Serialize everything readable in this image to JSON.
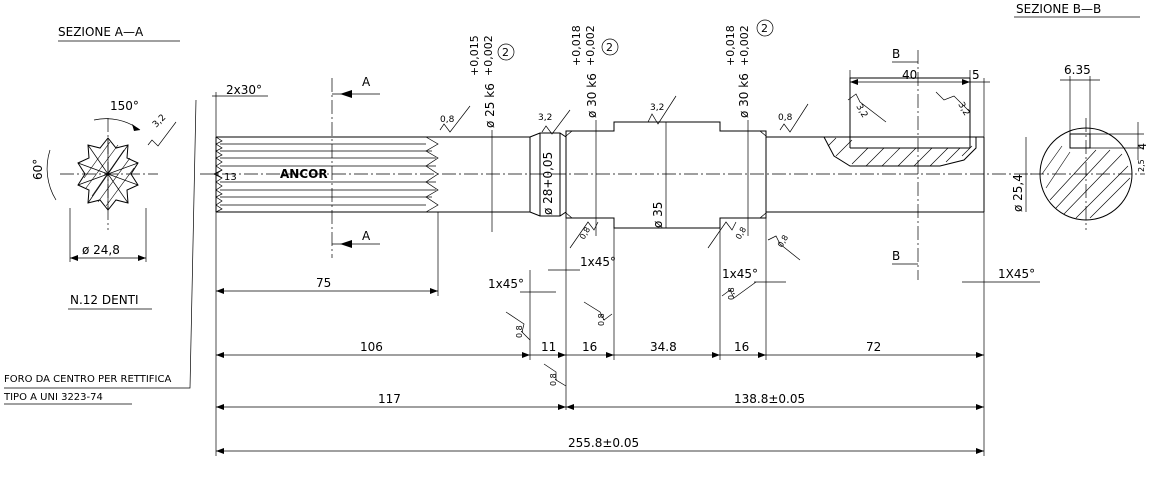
{
  "sections": {
    "a_title": "SEZIONE  A—A",
    "b_title": "SEZIONE  B—B",
    "section_letter_a": "A",
    "section_letter_b": "B",
    "teeth_count": "N.12 DENTI",
    "angle_150": "150°",
    "angle_60": "60°",
    "spline_diameter": "ø 24,8",
    "keyway_width": "6.35",
    "keyway_depth": "4",
    "keyway_depth_tol": "2,5"
  },
  "notes": {
    "center_hole_line1": "FORO DA CENTRO PER RETTIFICA",
    "center_hole_line2": "TIPO A  UNI 3223-74",
    "brand": "ANCOR",
    "chamfer_2x30": "2x30°"
  },
  "tolerances": {
    "d25": "ø  25  k6",
    "d25_sup": "+0,015",
    "d25_inf": "+0,002",
    "d30a": "ø  30  k6",
    "d30a_sup": "+0,018",
    "d30a_inf": "+0,002",
    "d30b": "ø  30  k6",
    "d30b_sup": "+0,018",
    "d30b_inf": "+0,002",
    "ref_num": "2"
  },
  "diameters": {
    "d28": "ø 28+0,05",
    "d35": "ø 35",
    "d254": "ø 25,4"
  },
  "roughness": {
    "r08": "0,8",
    "r32": "3,2"
  },
  "dimensions": {
    "d75": "75",
    "d106": "106",
    "d11": "11",
    "d16a": "16",
    "d348": "34.8",
    "d16b": "16",
    "d72": "72",
    "d117": "117",
    "d1388": "138.8±0.05",
    "d2558": "255.8±0.05",
    "d40": "40",
    "d5": "5",
    "d13": "13",
    "ch_1x45_a": "1x45°",
    "ch_1x45_b": "1x45°",
    "ch_1x45_c": "1x45°",
    "ch_1x45_d": "1X45°"
  }
}
